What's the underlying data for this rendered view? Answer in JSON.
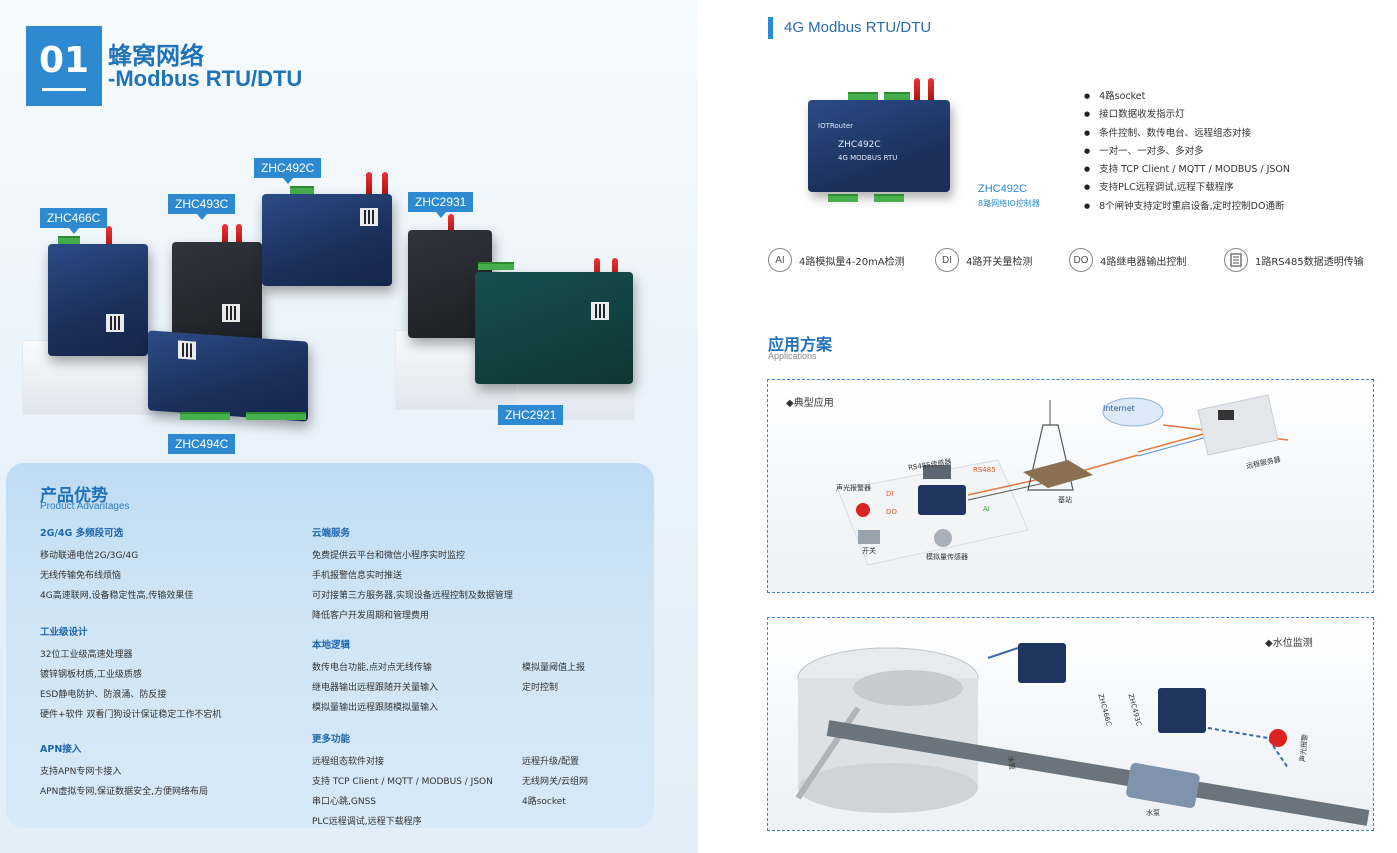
{
  "left": {
    "number": "01",
    "title_cn": "蜂窝网络",
    "title_en": "-Modbus RTU/DTU",
    "product_tags": [
      "ZHC466C",
      "ZHC493C",
      "ZHC492C",
      "ZHC2931",
      "ZHC2921",
      "ZHC494C"
    ],
    "advantages": {
      "title": "产品优势",
      "subtitle": "Product  Advantages",
      "blocks": [
        {
          "heading": "2G/4G 多频段可选",
          "lines": [
            "移动联通电信2G/3G/4G",
            "无线传输免布线烦恼",
            "4G高速联网,设备稳定性高,传输效果佳"
          ]
        },
        {
          "heading": "工业级设计",
          "lines": [
            "32位工业级高速处理器",
            "镀锌钢板材质,工业级质感",
            "ESD静电防护、防浪涌、防反接",
            "硬件+软件 双看门狗设计保证稳定工作不宕机"
          ]
        },
        {
          "heading": "APN接入",
          "lines": [
            "支持APN专网卡接入",
            "APN虚拟专网,保证数据安全,方便网络布局"
          ]
        },
        {
          "heading": "云端服务",
          "lines": [
            "免费提供云平台和微信小程序实时监控",
            "手机报警信息实时推送",
            "可对接第三方服务器,实现设备远程控制及数据管理",
            "降低客户开发周期和管理费用"
          ]
        },
        {
          "heading": "本地逻辑",
          "col1": [
            "数传电台功能,点对点无线传输",
            "继电器输出远程跟随开关量输入",
            "模拟量输出远程跟随模拟量输入"
          ],
          "col2": [
            "模拟量阈值上报",
            "定时控制"
          ]
        },
        {
          "heading": "更多功能",
          "col1": [
            "远程组态软件对接",
            "支持 TCP Client / MQTT / MODBUS / JSON",
            "串口心跳,GNSS",
            "PLC远程调试,远程下载程序"
          ],
          "col2": [
            "远程升级/配置",
            "无线网关/云组网",
            "4路socket"
          ]
        }
      ]
    }
  },
  "right": {
    "section_title": "4G Modbus RTU/DTU",
    "product_name": "ZHC492C",
    "product_desc": "8路网络IO控制器",
    "device_text": {
      "brand": "IOTRouter",
      "model": "ZHC492C",
      "line": "4G MODBUS RTU"
    },
    "features": [
      "4路socket",
      "接口数据收发指示灯",
      "条件控制、数传电台、远程组态对接",
      "一对一、一对多、多对多",
      "支持 TCP Client / MQTT / MODBUS / JSON",
      "支持PLC远程调试,远程下载程序",
      "8个闸钟支持定时重启设备,定时控制DO通断"
    ],
    "io": [
      {
        "icon": "AI",
        "label": "4路模拟量4-20mA检测"
      },
      {
        "icon": "DI",
        "label": "4路开关量检测"
      },
      {
        "icon": "DO",
        "label": "4路继电器输出控制"
      },
      {
        "icon": "",
        "label": "1路RS485数据透明传输"
      }
    ],
    "applications_title": "应用方案",
    "applications_sub": "Applications",
    "diagram1": {
      "caption": "◆典型应用",
      "labels": {
        "internet": "Internet",
        "server": "远程服务器",
        "tower": "基站",
        "rs485_sensor": "RS485传感器",
        "rs485": "RS485",
        "alarm": "声光报警器",
        "switch": "开关",
        "analog": "模拟量传感器",
        "di": "DI",
        "do": "DO",
        "ai": "AI"
      }
    },
    "diagram2": {
      "caption": "◆水位监测",
      "labels": {
        "pipe": "水管",
        "pump": "水泵",
        "alarm": "声光报警",
        "dev1": "ZHC466C",
        "dev2": "ZHC493C"
      }
    }
  }
}
